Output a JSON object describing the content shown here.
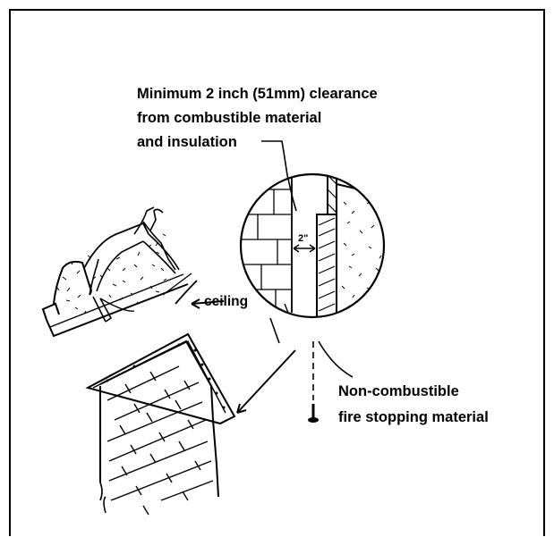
{
  "labels": {
    "clearance_line1": "Minimum 2 inch (51mm) clearance",
    "clearance_line2": "from combustible material",
    "clearance_line3": "and insulation",
    "dimension": "2\"",
    "ceiling": "ceiling",
    "fire_stop_line1": "Non-combustible",
    "fire_stop_line2": "fire stopping material"
  },
  "colors": {
    "ink": "#000000",
    "paper": "#ffffff"
  }
}
